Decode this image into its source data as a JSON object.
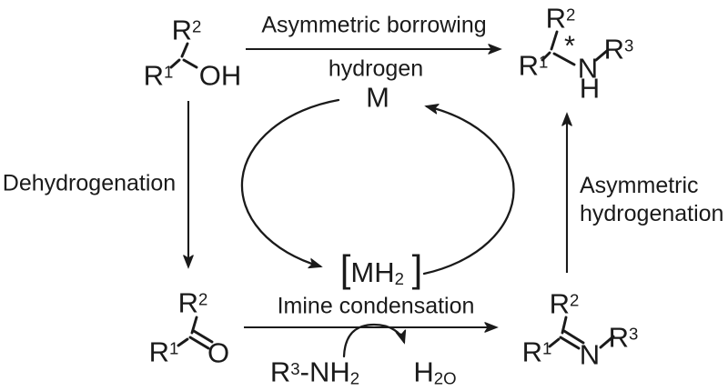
{
  "scheme": {
    "colors": {
      "ink": "#1a1a1a",
      "background": "#ffffff"
    },
    "title_arrow": {
      "line1": "Asymmetric borrowing",
      "line2": "hydrogen"
    },
    "left_arrow_label": "Dehydrogenation",
    "right_arrow_label": {
      "line1": "Asymmetric",
      "line2": "hydrogenation"
    },
    "bottom_arrow_label": "Imine condensation",
    "cycle": {
      "top_species": "M",
      "bottom_species": "[MH_2 ]"
    },
    "condensation": {
      "reagent": "R^3-NH_2",
      "byproduct": "H_2O"
    },
    "molecules": {
      "alcohol": {
        "r2": "R^2",
        "r1": "R^1",
        "oh": "OH"
      },
      "amine": {
        "r2": "R^2",
        "stereocenter": "*",
        "r1": "R^1",
        "n": "N",
        "h": "H",
        "r3": "R^3"
      },
      "ketone": {
        "r2": "R^2",
        "r1": "R^1",
        "o": "O"
      },
      "imine": {
        "r2": "R^2",
        "r1": "R^1",
        "n": "N",
        "r3": "R^3"
      }
    }
  }
}
